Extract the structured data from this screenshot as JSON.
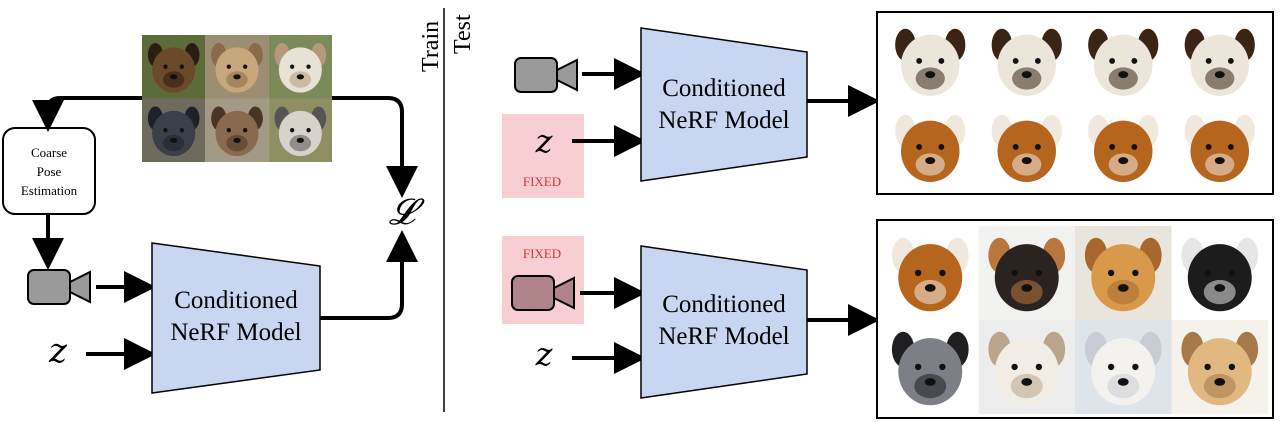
{
  "train_label": "Train",
  "test_label": "Test",
  "pose_box_lines": [
    "Coarse",
    "Pose",
    "Estimation"
  ],
  "loss_symbol": "𝓛",
  "latent_symbol": "z",
  "model_label_line1": "Conditioned",
  "model_label_line2": "NeRF Model",
  "fixed_label": "FIXED",
  "icons": {
    "camera": "camera-icon",
    "dog_photo": "dog-face-icon"
  },
  "colors": {
    "model_fill": "#c8d6f2",
    "fixed_bg": "#f7cfd3",
    "fixed_text": "#e0303a",
    "camera_gray": "#9a9a9a",
    "camera_fixed": "#b08488"
  },
  "train_grid": {
    "rows": 2,
    "cols": 3
  },
  "test_top_grid": {
    "rows": 2,
    "cols": 4
  },
  "test_bottom_grid": {
    "rows": 2,
    "cols": 4
  }
}
